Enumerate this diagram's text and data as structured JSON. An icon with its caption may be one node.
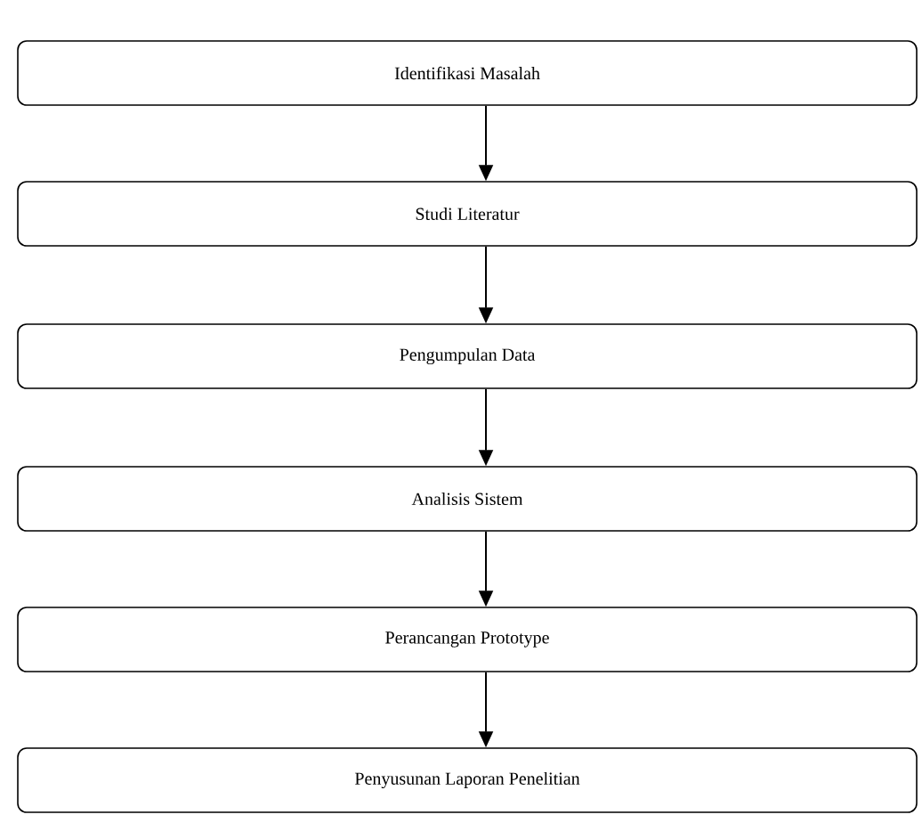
{
  "diagram": {
    "nodes": [
      {
        "text": [
          "Identifikasi Masalah"
        ]
      },
      {
        "text": [
          "Studi Literatur"
        ]
      },
      {
        "text": [
          "Pengumpulan Data"
        ]
      },
      {
        "text": [
          "Analisis Sistem"
        ]
      },
      {
        "text": [
          "Perancangan Prototype"
        ]
      },
      {
        "text": [
          "Penyusunan Laporan Penelitian"
        ]
      }
    ],
    "edges": [
      {
        "from": 0,
        "to": 1,
        "arrow": "to"
      },
      {
        "from": 1,
        "to": 2,
        "arrow": "to"
      },
      {
        "from": 2,
        "to": 3,
        "arrow": "to"
      },
      {
        "from": 3,
        "to": 4,
        "arrow": "to"
      },
      {
        "from": 4,
        "to": 5,
        "arrow": "to"
      }
    ]
  }
}
